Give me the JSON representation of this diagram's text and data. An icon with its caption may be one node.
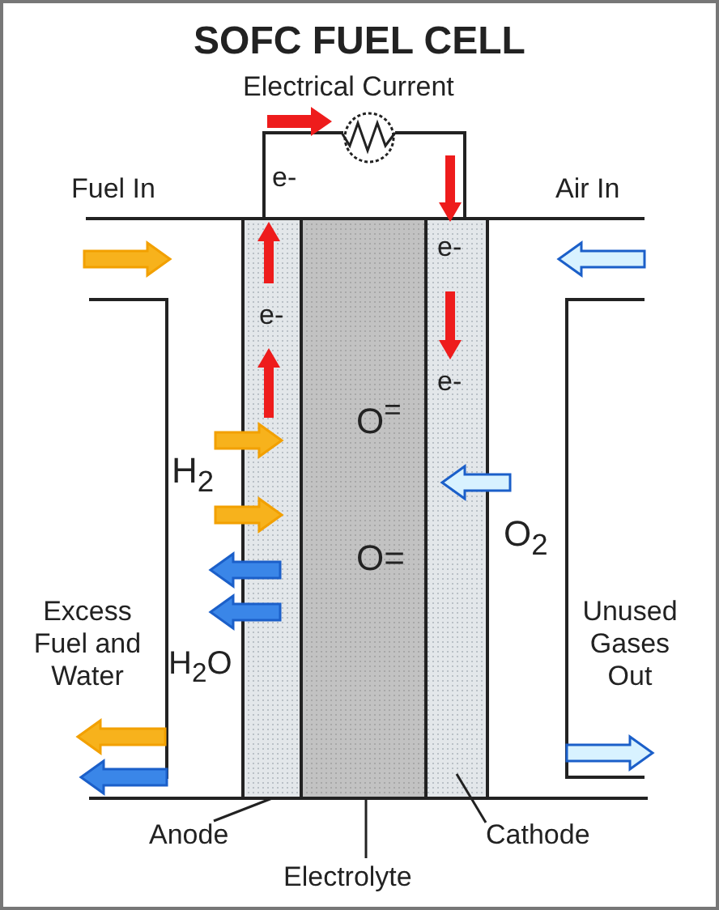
{
  "diagram": {
    "title": "SOFC FUEL CELL",
    "nodes": [
      {
        "text": [],
        "shape": "bar"
      },
      {
        "text": [],
        "shape": "bar"
      },
      {
        "text": [],
        "shape": "bar"
      },
      {
        "text": [
          "Anode"
        ]
      },
      {
        "text": [
          "Electrolyte"
        ]
      },
      {
        "text": [
          "Cathode"
        ]
      }
    ],
    "edges": [
      {
        "from": 3,
        "to": 0,
        "arrow": "none"
      },
      {
        "from": 4,
        "to": 1,
        "arrow": "none"
      },
      {
        "from": 5,
        "to": 2,
        "arrow": "none"
      }
    ],
    "labels": [
      "Electrical Current",
      "e-",
      "Fuel In",
      "Air In",
      "e-",
      "e-",
      "e-",
      "O$^{=}$",
      "H$_{2}$",
      "O$_{2}$",
      "O=",
      "Excess Fuel and Water",
      "Unused Gases Out",
      "H$_{2}$O"
    ]
  }
}
